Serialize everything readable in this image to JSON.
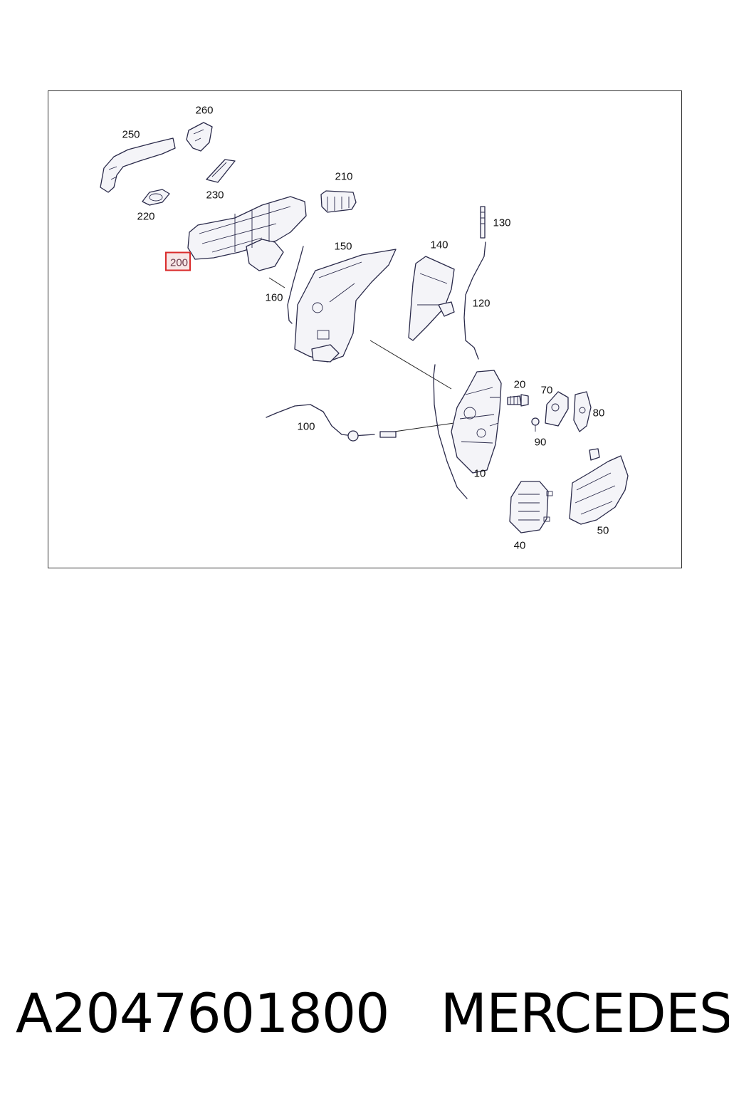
{
  "diagram": {
    "highlight_color": "#d92a2a",
    "labels": [
      {
        "id": "250",
        "text": "250",
        "highlighted": false
      },
      {
        "id": "260",
        "text": "260",
        "highlighted": false
      },
      {
        "id": "230",
        "text": "230",
        "highlighted": false
      },
      {
        "id": "220",
        "text": "220",
        "highlighted": false
      },
      {
        "id": "210",
        "text": "210",
        "highlighted": false
      },
      {
        "id": "200",
        "text": "200",
        "highlighted": true
      },
      {
        "id": "130",
        "text": "130",
        "highlighted": false
      },
      {
        "id": "150",
        "text": "150",
        "highlighted": false
      },
      {
        "id": "140",
        "text": "140",
        "highlighted": false
      },
      {
        "id": "160",
        "text": "160",
        "highlighted": false
      },
      {
        "id": "120",
        "text": "120",
        "highlighted": false
      },
      {
        "id": "20",
        "text": "20",
        "highlighted": false
      },
      {
        "id": "70",
        "text": "70",
        "highlighted": false
      },
      {
        "id": "80",
        "text": "80",
        "highlighted": false
      },
      {
        "id": "100",
        "text": "100",
        "highlighted": false
      },
      {
        "id": "90",
        "text": "90",
        "highlighted": false
      },
      {
        "id": "10",
        "text": "10",
        "highlighted": false
      },
      {
        "id": "50",
        "text": "50",
        "highlighted": false
      },
      {
        "id": "40",
        "text": "40",
        "highlighted": false
      }
    ]
  },
  "caption": {
    "part_number": "A2047601800",
    "brand": "MERCEDES"
  }
}
